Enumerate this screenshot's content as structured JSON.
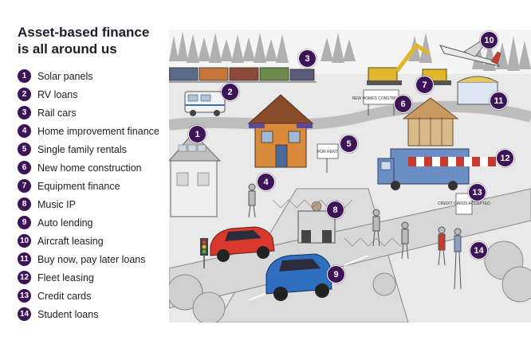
{
  "title_line1": "Asset-based finance",
  "title_line2": "is all around us",
  "items": [
    {
      "n": "1",
      "label": "Solar panels"
    },
    {
      "n": "2",
      "label": "RV loans"
    },
    {
      "n": "3",
      "label": "Rail cars"
    },
    {
      "n": "4",
      "label": "Home improvement finance"
    },
    {
      "n": "5",
      "label": "Single family rentals"
    },
    {
      "n": "6",
      "label": "New home construction"
    },
    {
      "n": "7",
      "label": "Equipment finance"
    },
    {
      "n": "8",
      "label": "Music IP"
    },
    {
      "n": "9",
      "label": "Auto lending"
    },
    {
      "n": "10",
      "label": "Aircraft leasing"
    },
    {
      "n": "11",
      "label": "Buy now, pay later loans"
    },
    {
      "n": "12",
      "label": "Fleet leasing"
    },
    {
      "n": "13",
      "label": "Credit cards"
    },
    {
      "n": "14",
      "label": "Student loans"
    }
  ],
  "scene_signs": {
    "construction": "NEW HOMES CONSTRUCTION",
    "rent": "FOR RENT",
    "credit": "CREDIT CARDS ACCEPTED"
  },
  "colors": {
    "badge": "#3d1457",
    "title": "#1e1e2a",
    "red_car": "#d8392c",
    "blue_car": "#2f6fc0",
    "house": "#d98a3a",
    "yellow_machinery": "#e2b62a",
    "awning": "#c8392e",
    "truck": "#6b8fc4"
  }
}
